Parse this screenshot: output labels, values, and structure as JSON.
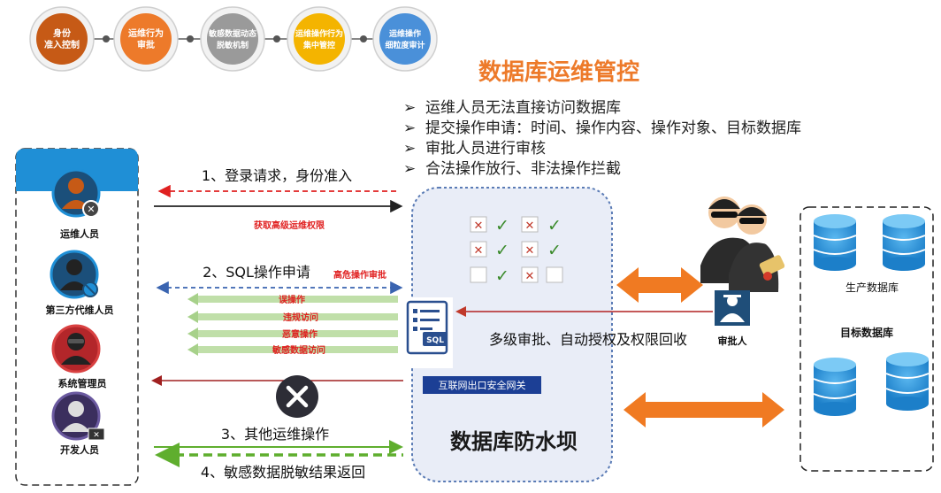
{
  "title": "数据库运维管控",
  "steps": [
    {
      "label_lines": [
        "身份",
        "准入控制"
      ],
      "color": "#c65a16"
    },
    {
      "label_lines": [
        "运维行为",
        "审批"
      ],
      "color": "#ed7a2a"
    },
    {
      "label_lines": [
        "敏感数据动态",
        "脱敏机制"
      ],
      "color": "#9a9a9a"
    },
    {
      "label_lines": [
        "运维操作行为",
        "集中管控"
      ],
      "color": "#f4b400"
    },
    {
      "label_lines": [
        "运维操作",
        "细粒度审计"
      ],
      "color": "#4a90d9"
    }
  ],
  "bullets": [
    "运维人员无法直接访问数据库",
    "提交操作申请：时间、操作内容、操作对象、目标数据库",
    "审批人员进行审核",
    "合法操作放行、非法操作拦截"
  ],
  "actors": [
    "运维人员",
    "第三方代维人员",
    "系统管理员",
    "开发人员"
  ],
  "flows": {
    "login": "1、登录请求，身份准入",
    "privilege": "获取高级运维权限",
    "sql": "2、SQL操作申请",
    "high_risk": "高危操作审批",
    "risks": [
      "误操作",
      "违规访问",
      "恶意操作",
      "敏感数据访问"
    ],
    "other": "3、其他运维操作",
    "desensitize": "4、敏感数据脱敏结果返回"
  },
  "firewall": {
    "name": "数据库防水坝",
    "gateway": "互联网出口安全网关",
    "sql_icon_text": "SQL"
  },
  "approval_text": "多级审批、自动授权及权限回收",
  "approver": "审批人",
  "databases": {
    "production": "生产数据库",
    "target": "目标数据库"
  },
  "colors": {
    "title": "#ed7a2a",
    "red_text": "#e02020",
    "dark_red": "#b22222",
    "actor_blue": "#1f8fd6",
    "firewall_fill": "#e9edf7",
    "firewall_border": "#5a7bb5",
    "arrow_orange": "#f07a22",
    "green_arrow": "#7cbf3c",
    "db_blue": "#2a91d8"
  }
}
